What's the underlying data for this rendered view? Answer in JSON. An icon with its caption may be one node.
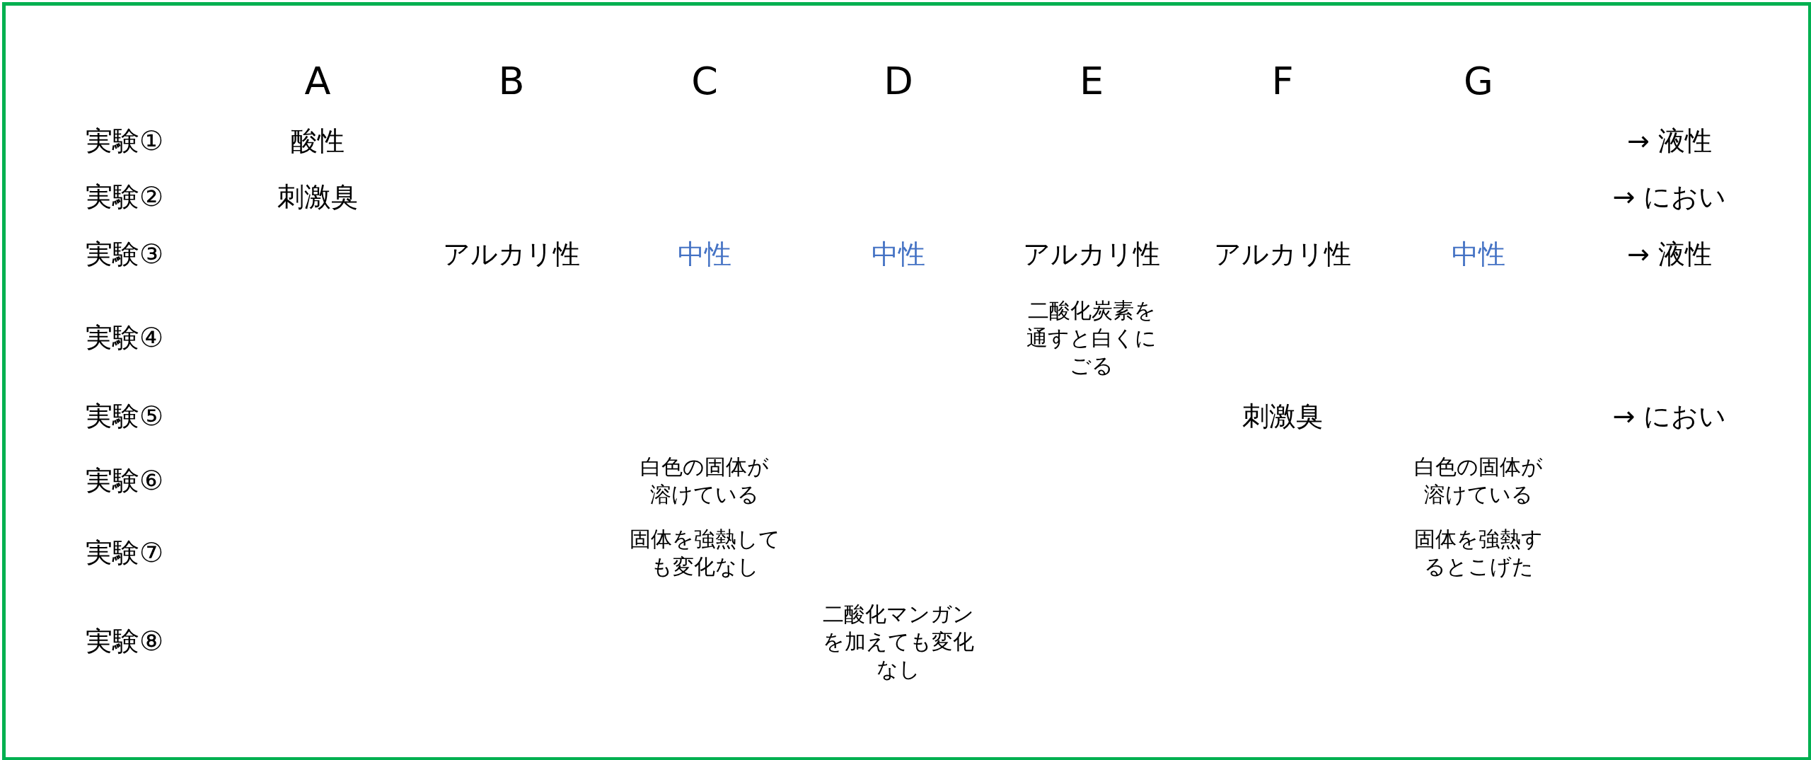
{
  "diagram": {
    "labels": [
      "A",
      "B",
      "C",
      "D",
      "E",
      "F",
      "G",
      "実験①",
      "酸性",
      "→ 液性",
      "実験②",
      "刺激臭",
      "→ におい",
      "実験③",
      "アルカリ性",
      "中性",
      "中性",
      "アルカリ性",
      "アルカリ性",
      "中性",
      "→ 液性",
      "実験④",
      "二酸化炭素を通すと白くにごる",
      "実験⑤",
      "刺激臭",
      "→ におい",
      "実験⑥",
      "白色の固体が溶けている",
      "白色の固体が溶けている",
      "実験⑦",
      "固体を強熱しても変化なし",
      "固体を強熱するとこげた",
      "実験⑧",
      "二酸化マンガンを加えても変化なし"
    ]
  }
}
